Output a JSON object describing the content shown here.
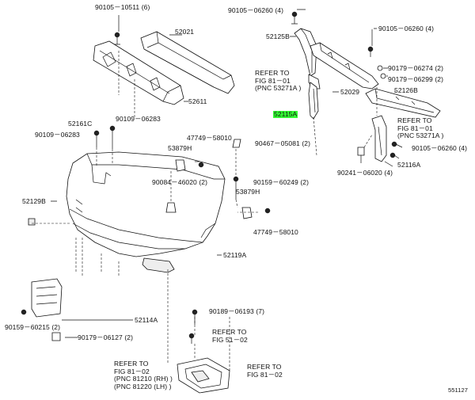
{
  "labels": {
    "p90105_10511": "90105－10511 (6)",
    "p52021": "52021",
    "p52611": "52611",
    "p90105_06260_top": "90105－06260 (4)",
    "p52125B": "52125B",
    "p90105_06260_right": "90105－06260 (4)",
    "p90179_06274": "90179－06274 (2)",
    "p90179_06299": "90179－06299 (2)",
    "p52029": "52029",
    "p52126B": "52126B",
    "p52115A": "52115A",
    "p52161C": "52161C",
    "p90109_06283_a": "90109－06283",
    "p90109_06283_b": "90109－06283",
    "p47749_58010_a": "47749－58010",
    "p53879H_a": "53879H",
    "p90467_05081": "90467－05081 (2)",
    "p90105_06260_lower": "90105－06260 (4)",
    "p52116A": "52116A",
    "p90241_06020": "90241－06020 (4)",
    "p90084_46020": "90084－46020 (2)",
    "p90159_60249": "90159－60249 (2)",
    "p53879H_b": "53879H",
    "p52129B": "52129B",
    "p47749_58010_b": "47749－58010",
    "p52119A": "52119A",
    "p90189_06193": "90189－06193 (7)",
    "p52114A": "52114A",
    "p90159_60215": "90159－60215 (2)",
    "p90179_06127": "90179－06127 (2)",
    "footer_code": "551127"
  },
  "refs": {
    "ref_81_01_top": [
      "REFER TO",
      "FIG  81－01",
      "(PNC 53271A )"
    ],
    "ref_81_01_right": [
      "REFER TO",
      "FIG  81－01",
      "(PNC 53271A )"
    ],
    "ref_51_02": [
      "REFER TO",
      "FIG  51－02"
    ],
    "ref_81_02": [
      "REFER TO",
      "FIG  81－02",
      "(PNC 81210 (RH) )",
      "(PNC 81220 (LH) )"
    ],
    "ref_81_02_right": [
      "REFER TO",
      "FIG  81－02"
    ]
  },
  "highlight": {
    "part": "52115A",
    "color": "#33ff33"
  }
}
